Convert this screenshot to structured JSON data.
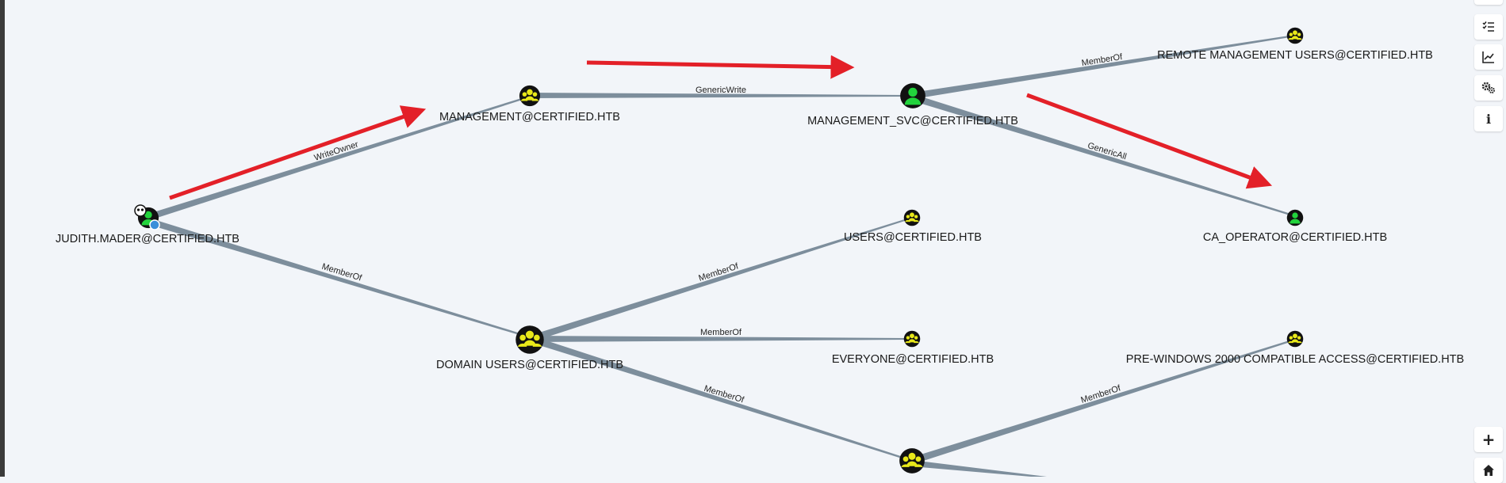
{
  "graph": {
    "nodes": {
      "judith": {
        "label": "JUDITH.MADER@CERTIFIED.HTB",
        "kind": "user",
        "owned": true
      },
      "management": {
        "label": "MANAGEMENT@CERTIFIED.HTB",
        "kind": "group"
      },
      "management_svc": {
        "label": "MANAGEMENT_SVC@CERTIFIED.HTB",
        "kind": "user"
      },
      "remote_mgmt": {
        "label": "REMOTE MANAGEMENT USERS@CERTIFIED.HTB",
        "kind": "group"
      },
      "ca_operator": {
        "label": "CA_OPERATOR@CERTIFIED.HTB",
        "kind": "user"
      },
      "users": {
        "label": "USERS@CERTIFIED.HTB",
        "kind": "group"
      },
      "domain_users": {
        "label": "DOMAIN USERS@CERTIFIED.HTB",
        "kind": "group"
      },
      "everyone": {
        "label": "EVERYONE@CERTIFIED.HTB",
        "kind": "group"
      },
      "pre_win2000": {
        "label": "PRE-WINDOWS 2000 COMPATIBLE ACCESS@CERTIFIED.HTB",
        "kind": "group"
      },
      "bottom_group": {
        "label": "",
        "kind": "group"
      }
    },
    "edges": {
      "judith_management": "WriteOwner",
      "management_svc": "GenericWrite",
      "svc_remote": "MemberOf",
      "svc_ca": "GenericAll",
      "judith_domain_users": "MemberOf",
      "du_users": "MemberOf",
      "du_everyone": "MemberOf",
      "du_bottom": "MemberOf",
      "bottom_prewin": "MemberOf"
    }
  },
  "colors": {
    "background": "#f2f5f9",
    "edge": "#7d8e9c",
    "group_icon": "#e8e81a",
    "user_icon": "#22d33c",
    "node_fill": "#111111",
    "annotation_arrow": "#e32028"
  },
  "toolbar": {
    "icons": [
      "list-check-icon",
      "line-chart-icon",
      "gears-icon",
      "info-icon",
      "plus-icon",
      "home-icon"
    ],
    "info_glyph": "i",
    "plus_glyph": "+"
  }
}
